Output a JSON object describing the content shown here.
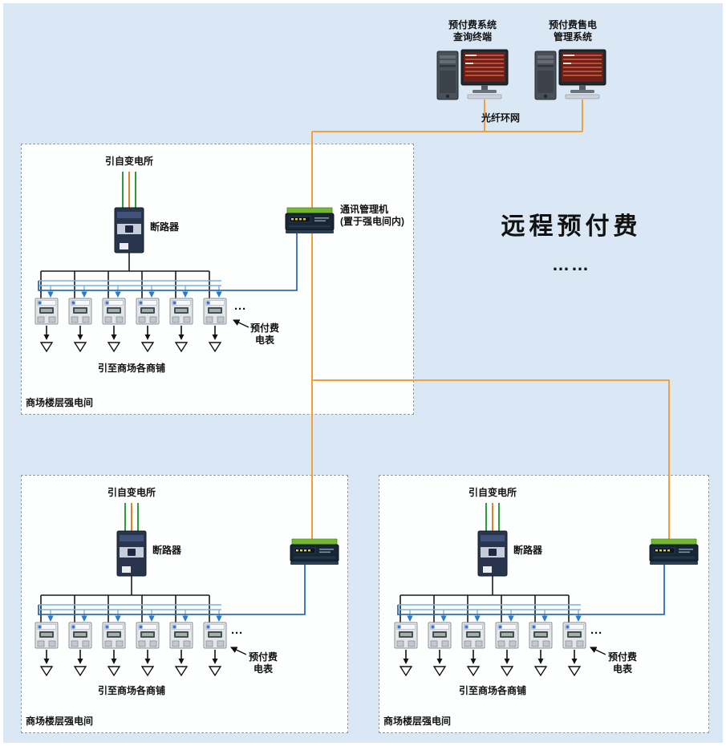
{
  "header": {
    "terminal1_label": "预付费系统\n查询终端",
    "terminal2_label": "预付费售电\n管理系统",
    "fiber_label": "光纤环网"
  },
  "title": {
    "main": "远程预付费",
    "dots": "……"
  },
  "comm_manager": {
    "label": "通讯管理机\n(置于强电间内)"
  },
  "rooms": [
    {
      "source": "引自变电所",
      "breaker": "断路器",
      "ellipsis": "···",
      "meter_label": "预付费\n电表",
      "shops": "引至商场各商铺",
      "name": "商场楼层强电间"
    },
    {
      "source": "引自变电所",
      "breaker": "断路器",
      "ellipsis": "···",
      "meter_label": "预付费\n电表",
      "shops": "引至商场各商铺",
      "name": "商场楼层强电间"
    },
    {
      "source": "引自变电所",
      "breaker": "断路器",
      "ellipsis": "···",
      "meter_label": "预付费\n电表",
      "shops": "引至商场各商铺",
      "name": "商场楼层强电间"
    }
  ],
  "colors": {
    "background": "#d9e8f4",
    "fiber": "#f0a13c",
    "meter_bus": "#79b1e0",
    "comm_trunk": "#2e6db4",
    "power": "#1b1b1b",
    "phase_green": "#2f9e3a",
    "phase_orange": "#dd8428"
  }
}
